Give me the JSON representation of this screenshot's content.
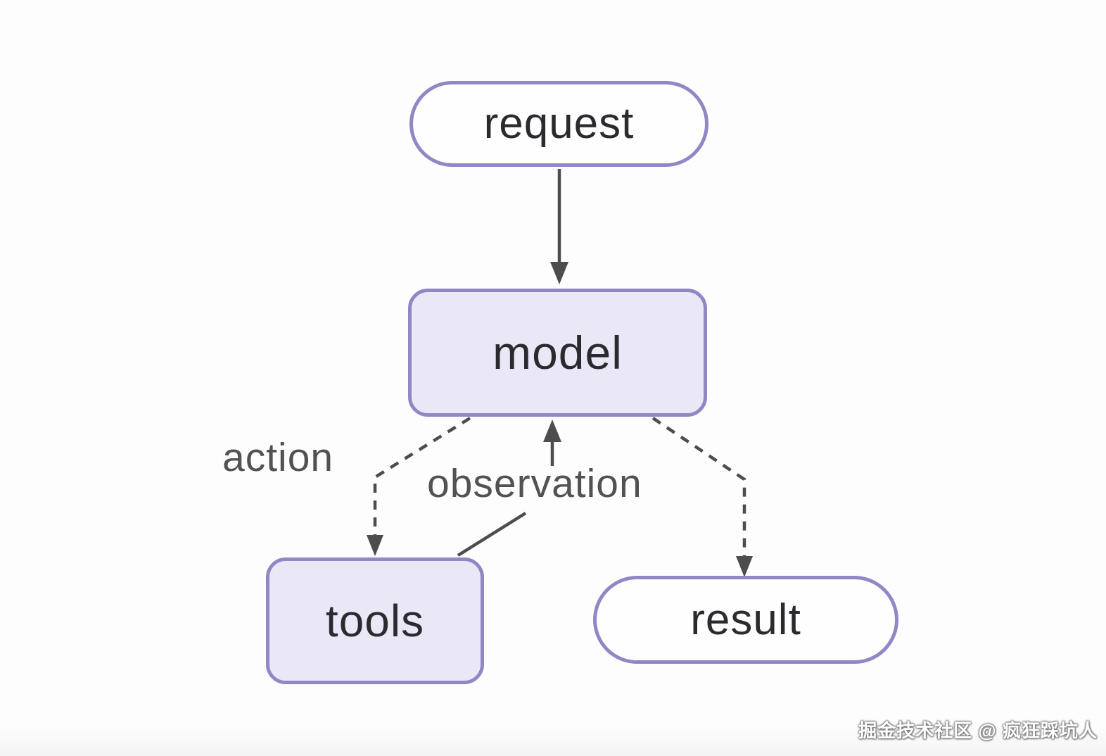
{
  "diagram": {
    "nodes": {
      "request": {
        "label": "request",
        "shape": "pill"
      },
      "model": {
        "label": "model",
        "shape": "rounded-rect"
      },
      "tools": {
        "label": "tools",
        "shape": "rounded-rect"
      },
      "result": {
        "label": "result",
        "shape": "pill"
      }
    },
    "edges": [
      {
        "from": "request",
        "to": "model",
        "style": "solid",
        "label": ""
      },
      {
        "from": "model",
        "to": "tools",
        "style": "dashed",
        "label": "action"
      },
      {
        "from": "tools",
        "to": "model",
        "style": "solid",
        "label": "observation"
      },
      {
        "from": "model",
        "to": "result",
        "style": "dashed",
        "label": ""
      }
    ],
    "labels": {
      "action": "action",
      "observation": "observation"
    }
  },
  "watermark": {
    "text": "掘金技术社区 @ 疯狂踩坑人"
  },
  "colors": {
    "node-border": "#8f88c5",
    "node-fill": "#eae7f7",
    "node-fill-light": "#fefefe",
    "connector": "#4d4d4d",
    "label-text": "#525252",
    "node-text": "#2b2b2f",
    "background": "#fdfdfd"
  }
}
